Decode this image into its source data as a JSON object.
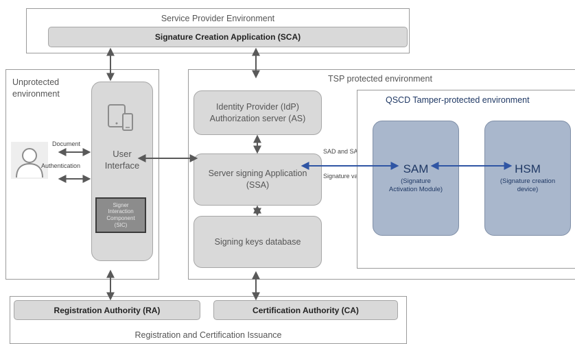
{
  "service_provider": {
    "title": "Service Provider Environment",
    "sca": "Signature Creation Application (SCA)"
  },
  "unprotected": {
    "title_line1": "Unprotected",
    "title_line2": "environment",
    "document_label": "Document",
    "authentication_label": "Authentication",
    "user_interface_line1": "User",
    "user_interface_line2": "Interface",
    "sic_lines": [
      "Signer",
      "Interaction",
      "Component",
      "(SIC)"
    ]
  },
  "tsp": {
    "title": "TSP protected environment",
    "idp_line1": "Identity Provider (IdP)",
    "idp_line2": "Authorization server (AS)",
    "ssa_line1": "Server signing Application",
    "ssa_line2": "(SSA)",
    "db": "Signing keys database",
    "sad_label": "SAD and SAP",
    "sigval_label": "Signature value"
  },
  "qscd": {
    "title": "QSCD Tamper-protected environment",
    "sam": "SAM",
    "sam_sub1": "(Signature",
    "sam_sub2": "Activation Module)",
    "hsm": "HSM",
    "hsm_sub1": "(Signature creation",
    "hsm_sub2": "device)"
  },
  "registration": {
    "title": "Registration and Certification Issuance",
    "ra": "Registration Authority (RA)",
    "ca": "Certification Authority (CA)"
  },
  "colors": {
    "box_gray": "#d9d9d9",
    "arrow_gray": "#595959",
    "qscd_blue": "#a9b7cc",
    "link_blue": "#2f55a4"
  }
}
